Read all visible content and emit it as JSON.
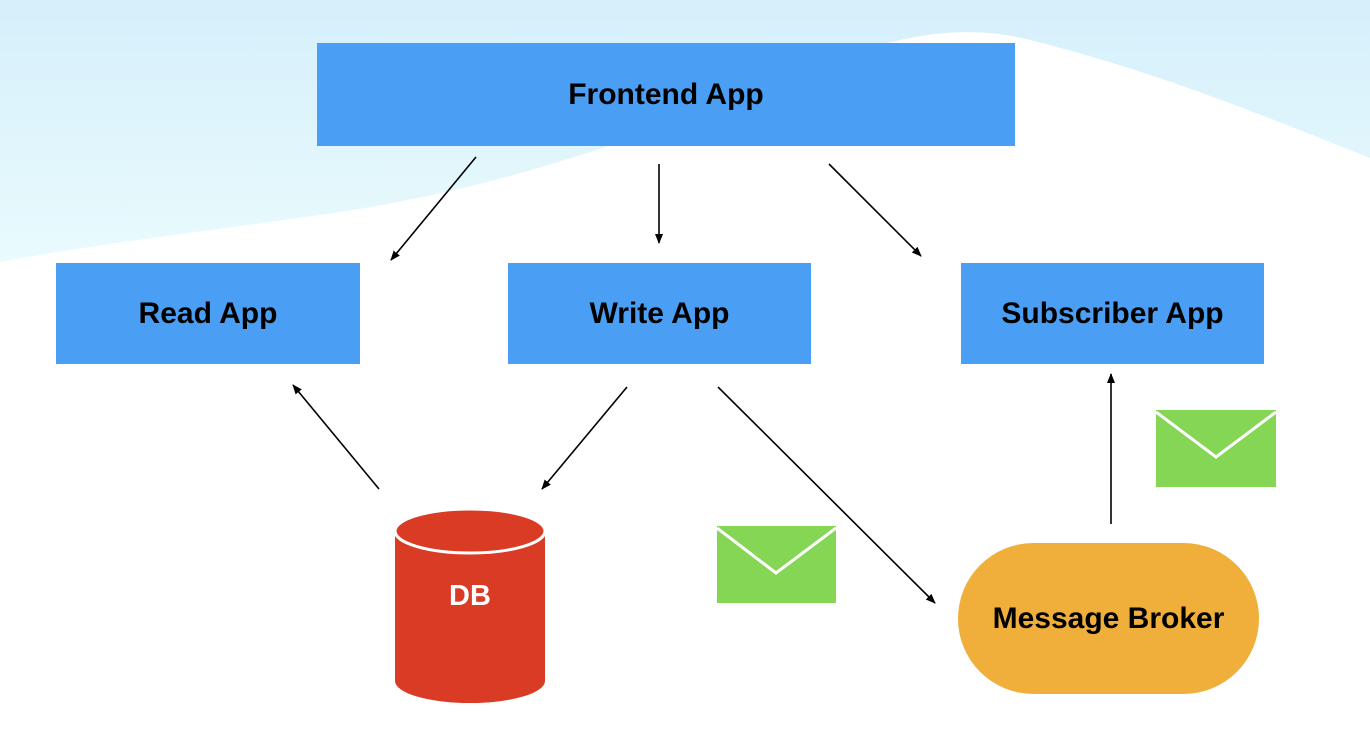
{
  "colors": {
    "box_blue": "#4a9ff5",
    "db_red": "#d93b25",
    "broker_orange": "#f0ae3a",
    "envelope_green": "#84d654",
    "sky_top": "#d7f1fb",
    "arrow": "#000000"
  },
  "nodes": {
    "frontend": {
      "label": "Frontend App"
    },
    "read_app": {
      "label": "Read App"
    },
    "write_app": {
      "label": "Write App"
    },
    "subscriber_app": {
      "label": "Subscriber App"
    },
    "db": {
      "label": "DB",
      "shape": "cylinder"
    },
    "broker": {
      "label": "Message Broker",
      "shape": "stadium"
    }
  },
  "edges": [
    {
      "from": "Frontend App",
      "to": "Read App"
    },
    {
      "from": "Frontend App",
      "to": "Write App"
    },
    {
      "from": "Frontend App",
      "to": "Subscriber App"
    },
    {
      "from": "DB",
      "to": "Read App"
    },
    {
      "from": "Write App",
      "to": "DB"
    },
    {
      "from": "Write App",
      "to": "Message Broker"
    },
    {
      "from": "Message Broker",
      "to": "Subscriber App"
    }
  ],
  "icons": [
    "envelope-icon",
    "envelope-icon"
  ]
}
